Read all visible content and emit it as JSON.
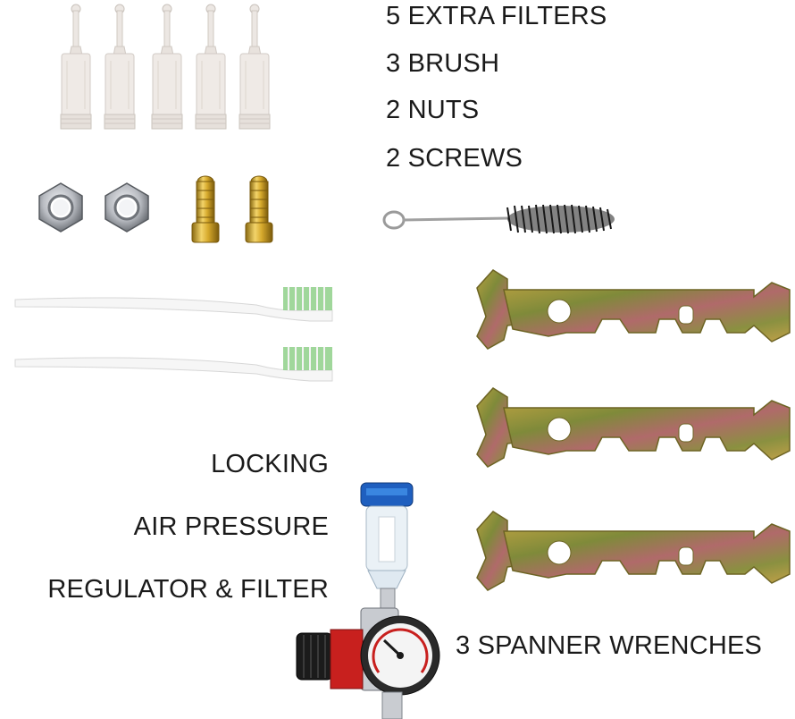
{
  "labels": {
    "filters": "5 EXTRA FILTERS",
    "brush": "3 BRUSH",
    "nuts": "2  NUTS",
    "screws": "2  SCREWS",
    "locking": "LOCKING",
    "air_pressure": "AIR PRESSURE",
    "regulator": "REGULATOR & FILTER",
    "wrenches": "3 SPANNER WRENCHES"
  },
  "items": {
    "filter_count": 5,
    "nut_count": 2,
    "screw_count": 2,
    "toothbrush_count": 2,
    "wrench_count": 3
  },
  "colors": {
    "filter": "#ece7e3",
    "nut": "#b9bcc2",
    "brass": "#d6a92c",
    "bristle": "#8fd08a",
    "wrench": "#9a8a3a",
    "regulator_cap": "#1f5fbf",
    "gauge_red": "#c8201e"
  }
}
